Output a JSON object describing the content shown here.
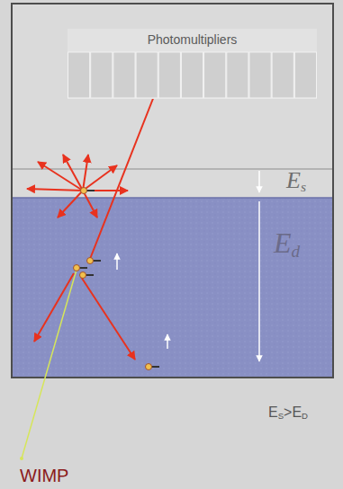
{
  "diagram": {
    "nodes": [
      {
        "text": [
          "Photomultipliers"
        ]
      }
    ],
    "labels": [
      "Es",
      "Ed",
      "ES>ED",
      "WIMP"
    ]
  }
}
